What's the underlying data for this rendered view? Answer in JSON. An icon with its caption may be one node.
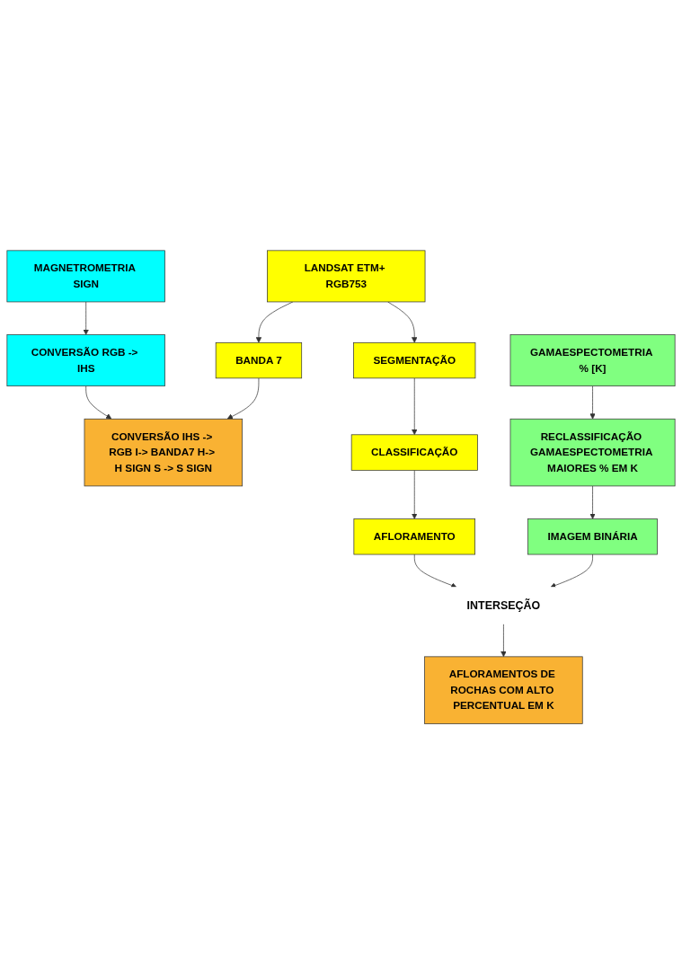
{
  "diagram": {
    "nodes": [
      {
        "text": [
          "LANDSAT ETM+ RGB753"
        ]
      },
      {
        "text": [
          "MAGNETROMETRIA SIGN"
        ]
      },
      {
        "text": [
          "GAMAESPECTOMETRIA % [K]"
        ]
      },
      {
        "text": [
          "CONVERSÃO RGB -> IHS"
        ]
      },
      {
        "text": [
          "BANDA 7"
        ]
      },
      {
        "text": [
          "CONVERSÃO IHS -> RGB I-> BANDA7 H-> H SIGN S -> S SIGN"
        ]
      },
      {
        "text": [
          "RECLASSIFICAÇÃO GAMAESPECTOMETRIA MAIORES % EM K"
        ]
      },
      {
        "text": [
          "SEGMENTAÇÃO"
        ]
      },
      {
        "text": [
          "CLASSIFICAÇÃO"
        ]
      },
      {
        "text": [
          "AFLORAMENTO"
        ]
      },
      {
        "text": [
          "INTERSEÇÃO"
        ]
      },
      {
        "text": [
          "IMAGEM BINÁRIA"
        ]
      },
      {
        "text": [
          "AFLORAMENTOS DE ROCHAS COM ALTO PERCENTUAL EM K"
        ]
      }
    ],
    "edges": [
      {
        "from": 0,
        "to": 4,
        "arrow": "to"
      },
      {
        "from": 0,
        "to": 7,
        "arrow": "to"
      },
      {
        "from": 1,
        "to": 3,
        "arrow": "to"
      },
      {
        "from": 3,
        "to": 5,
        "arrow": "to"
      },
      {
        "from": 4,
        "to": 5,
        "arrow": "to"
      },
      {
        "from": 2,
        "to": 6,
        "arrow": "to"
      },
      {
        "from": 7,
        "to": 8,
        "arrow": "to"
      },
      {
        "from": 8,
        "to": 9,
        "arrow": "to"
      },
      {
        "from": 6,
        "to": 11,
        "arrow": "to"
      },
      {
        "from": 9,
        "to": 10,
        "arrow": "to"
      },
      {
        "from": 11,
        "to": 10,
        "arrow": "to"
      },
      {
        "from": 10,
        "to": 12,
        "arrow": "to"
      }
    ]
  }
}
